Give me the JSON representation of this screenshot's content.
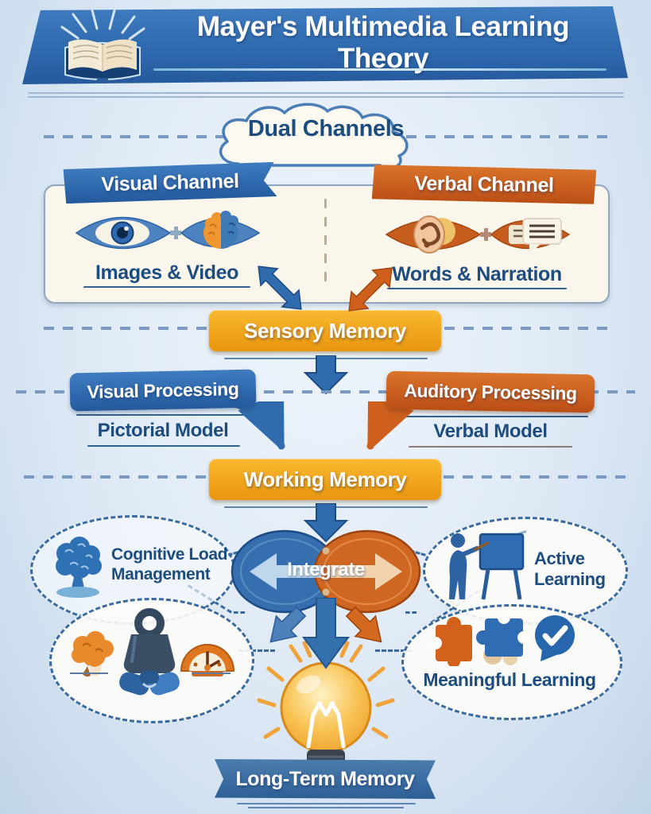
{
  "title": {
    "text": "Mayer's Multimedia Learning Theory"
  },
  "dual_channels": {
    "label": "Dual Channels"
  },
  "visual_channel": {
    "header": "Visual Channel",
    "caption": "Images & Video"
  },
  "verbal_channel": {
    "header": "Verbal Channel",
    "caption": "Words & Narration"
  },
  "sensory_memory": {
    "label": "Sensory Memory"
  },
  "visual_processing": {
    "header": "Visual Processing",
    "model": "Pictorial Model"
  },
  "auditory_processing": {
    "header": "Auditory Processing",
    "model": "Verbal Model"
  },
  "working_memory": {
    "label": "Working Memory"
  },
  "integrate": {
    "label": "Integrate"
  },
  "cognitive_load": {
    "label": "Cognitive Load Management"
  },
  "active_learning": {
    "label": "Active Learning"
  },
  "meaningful_learning": {
    "label": "Meaningful Learning"
  },
  "long_term_memory": {
    "label": "Long-Term Memory"
  },
  "colors": {
    "blue": "#2d68b0",
    "orange": "#c95e1e",
    "amber": "#f2a41f",
    "navy_text": "#1d4c7e",
    "cream_panel": "#faf6ec",
    "long_term_blue": "#35689e",
    "background": "#dce8f4"
  },
  "icons": {
    "banner": "open-book-icon",
    "visual_channel": "eye-brain-icon",
    "verbal_channel": "ear-speech-icon",
    "cognitive_load": "brain-icon",
    "load_group": [
      "brain-icon",
      "kettlebell-icon",
      "gauge-icon",
      "handshake-icon"
    ],
    "active_learning": "teacher-board-icon",
    "meaningful_learning": [
      "puzzle-piece-icon",
      "puzzle-piece-icon",
      "check-bubble-icon"
    ],
    "outcome": "lightbulb-icon"
  }
}
